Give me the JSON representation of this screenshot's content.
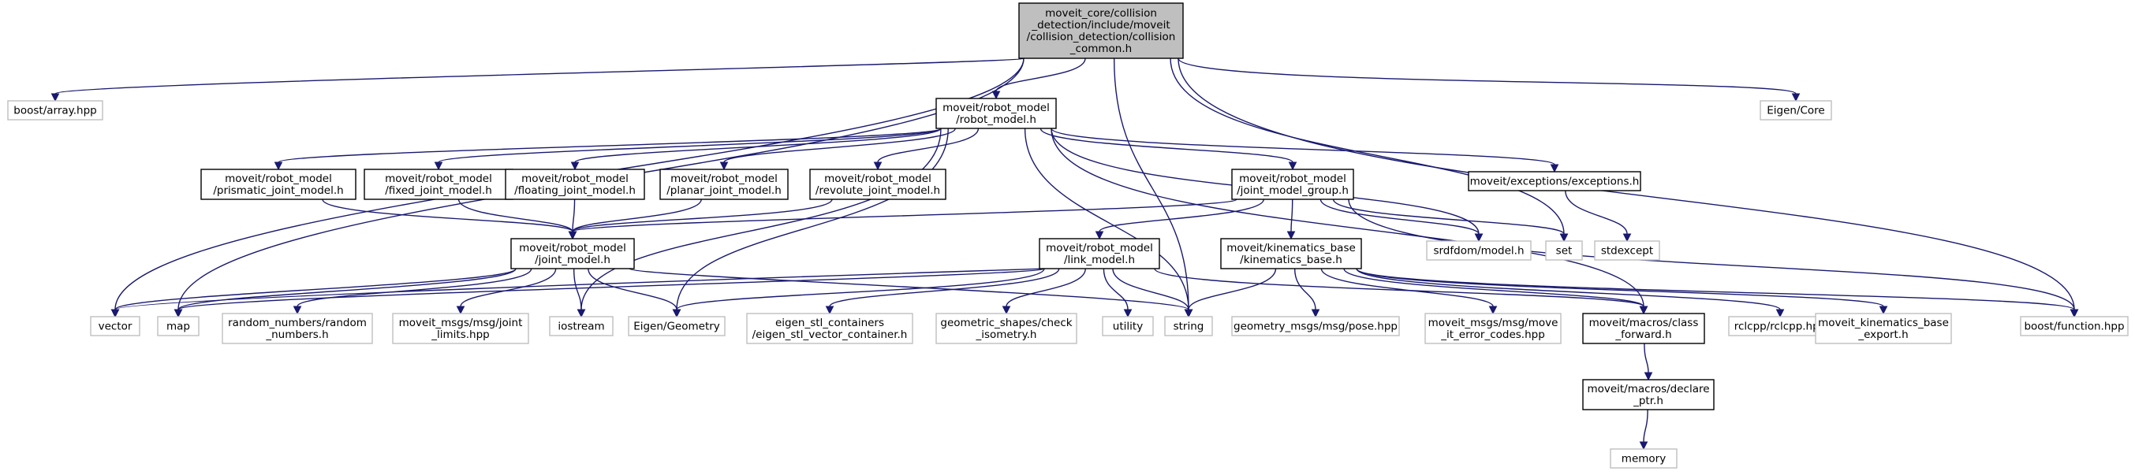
{
  "colors": {
    "edge": "#191970",
    "root_fill": "#bfbfbf",
    "root_border": "#000000",
    "documented_border": "#000000",
    "external_border": "#bfbfbf",
    "external_text": "#333333"
  },
  "nodes": [
    {
      "id": "root",
      "lines": [
        "moveit_core/collision",
        "_detection/include/moveit",
        "/collision_detection/collision",
        "_common.h"
      ],
      "kind": "root"
    },
    {
      "id": "boost_array",
      "lines": [
        "boost/array.hpp"
      ],
      "kind": "external"
    },
    {
      "id": "robot_model",
      "lines": [
        "moveit/robot_model",
        "/robot_model.h"
      ],
      "kind": "documented"
    },
    {
      "id": "eigen_core",
      "lines": [
        "Eigen/Core"
      ],
      "kind": "external"
    },
    {
      "id": "prismatic",
      "lines": [
        "moveit/robot_model",
        "/prismatic_joint_model.h"
      ],
      "kind": "documented"
    },
    {
      "id": "fixed",
      "lines": [
        "moveit/robot_model",
        "/fixed_joint_model.h"
      ],
      "kind": "documented"
    },
    {
      "id": "floating",
      "lines": [
        "moveit/robot_model",
        "/floating_joint_model.h"
      ],
      "kind": "documented"
    },
    {
      "id": "planar",
      "lines": [
        "moveit/robot_model",
        "/planar_joint_model.h"
      ],
      "kind": "documented"
    },
    {
      "id": "revolute",
      "lines": [
        "moveit/robot_model",
        "/revolute_joint_model.h"
      ],
      "kind": "documented"
    },
    {
      "id": "jmg",
      "lines": [
        "moveit/robot_model",
        "/joint_model_group.h"
      ],
      "kind": "documented"
    },
    {
      "id": "exceptions",
      "lines": [
        "moveit/exceptions/exceptions.h"
      ],
      "kind": "documented"
    },
    {
      "id": "joint_model",
      "lines": [
        "moveit/robot_model",
        "/joint_model.h"
      ],
      "kind": "documented"
    },
    {
      "id": "link_model",
      "lines": [
        "moveit/robot_model",
        "/link_model.h"
      ],
      "kind": "documented"
    },
    {
      "id": "kin_base",
      "lines": [
        "moveit/kinematics_base",
        "/kinematics_base.h"
      ],
      "kind": "documented"
    },
    {
      "id": "srdf",
      "lines": [
        "srdfdom/model.h"
      ],
      "kind": "external"
    },
    {
      "id": "set",
      "lines": [
        "set"
      ],
      "kind": "external"
    },
    {
      "id": "stdexcept",
      "lines": [
        "stdexcept"
      ],
      "kind": "external"
    },
    {
      "id": "vector",
      "lines": [
        "vector"
      ],
      "kind": "external"
    },
    {
      "id": "map",
      "lines": [
        "map"
      ],
      "kind": "external"
    },
    {
      "id": "random",
      "lines": [
        "random_numbers/random",
        "_numbers.h"
      ],
      "kind": "external"
    },
    {
      "id": "joint_limits",
      "lines": [
        "moveit_msgs/msg/joint",
        "_limits.hpp"
      ],
      "kind": "external"
    },
    {
      "id": "iostream",
      "lines": [
        "iostream"
      ],
      "kind": "external"
    },
    {
      "id": "eigen_geom",
      "lines": [
        "Eigen/Geometry"
      ],
      "kind": "external"
    },
    {
      "id": "eigen_stl",
      "lines": [
        "eigen_stl_containers",
        "/eigen_stl_vector_container.h"
      ],
      "kind": "external"
    },
    {
      "id": "geom_shapes",
      "lines": [
        "geometric_shapes/check",
        "_isometry.h"
      ],
      "kind": "external"
    },
    {
      "id": "utility",
      "lines": [
        "utility"
      ],
      "kind": "external"
    },
    {
      "id": "string",
      "lines": [
        "string"
      ],
      "kind": "external"
    },
    {
      "id": "pose",
      "lines": [
        "geometry_msgs/msg/pose.hpp"
      ],
      "kind": "external"
    },
    {
      "id": "move_it_err",
      "lines": [
        "moveit_msgs/msg/move",
        "_it_error_codes.hpp"
      ],
      "kind": "external"
    },
    {
      "id": "class_fwd",
      "lines": [
        "moveit/macros/class",
        "_forward.h"
      ],
      "kind": "documented"
    },
    {
      "id": "rclcpp",
      "lines": [
        "rclcpp/rclcpp.hpp"
      ],
      "kind": "external"
    },
    {
      "id": "kin_export",
      "lines": [
        "moveit_kinematics_base",
        "_export.h"
      ],
      "kind": "external"
    },
    {
      "id": "boost_fn",
      "lines": [
        "boost/function.hpp"
      ],
      "kind": "external"
    },
    {
      "id": "declare_ptr",
      "lines": [
        "moveit/macros/declare",
        "_ptr.h"
      ],
      "kind": "documented"
    },
    {
      "id": "memory",
      "lines": [
        "memory"
      ],
      "kind": "external"
    }
  ]
}
